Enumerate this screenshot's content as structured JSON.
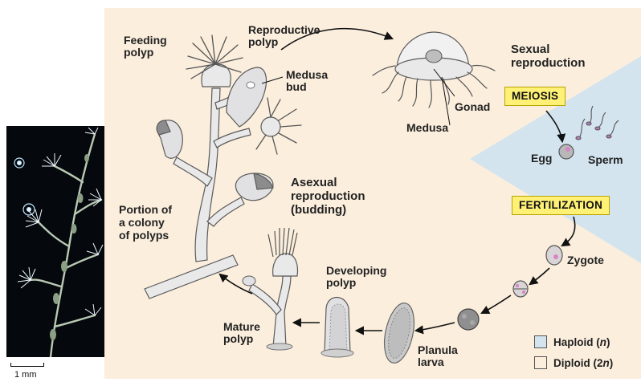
{
  "labels": {
    "feeding_polyp": [
      "Feeding",
      "polyp"
    ],
    "reproductive_polyp": [
      "Reproductive",
      "polyp"
    ],
    "medusa_bud": [
      "Medusa",
      "bud"
    ],
    "medusa": "Medusa",
    "gonad": "Gonad",
    "sexual_reproduction": [
      "Sexual",
      "reproduction"
    ],
    "egg": "Egg",
    "sperm": "Sperm",
    "zygote": "Zygote",
    "planula_larva": [
      "Planula",
      "larva"
    ],
    "developing_polyp": [
      "Developing",
      "polyp"
    ],
    "mature_polyp": [
      "Mature",
      "polyp"
    ],
    "asexual_reproduction": [
      "Asexual",
      "reproduction",
      "(budding)"
    ],
    "colony_portion": [
      "Portion of",
      "a colony",
      "of polyps"
    ]
  },
  "processes": {
    "meiosis": "MEIOSIS",
    "fertilization": "FERTILIZATION"
  },
  "legend": {
    "haploid": {
      "label": "Haploid (",
      "italic": "n",
      "close": ")",
      "color": "#d3e4ef"
    },
    "diploid": {
      "label": "Diploid (2",
      "italic": "n",
      "close": ")",
      "color": "#fbeedd"
    }
  },
  "scale": {
    "label": "1 mm"
  },
  "colors": {
    "background": "#fbeedd",
    "haploid": "#d3e4ef",
    "highlight": "#fff176"
  }
}
